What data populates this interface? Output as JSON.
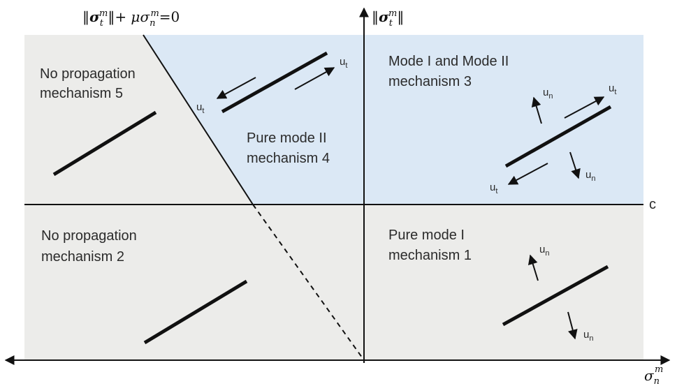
{
  "colors": {
    "blue_region": "#dbe8f5",
    "grey_region": "#ececea",
    "line": "#111111"
  },
  "criterion_label": {
    "norm_open": "‖",
    "sigma": "σ",
    "sub": "t",
    "sup": "m",
    "norm_close": "‖",
    "plus_mu": "+ μ",
    "sigma2": "σ",
    "sub2": "n",
    "sup2": "m",
    "equals": "=0"
  },
  "y_axis_label": {
    "norm_open": "‖",
    "sigma": "σ",
    "sub": "t",
    "sup": "m",
    "norm_close": "‖"
  },
  "x_axis_label": {
    "sigma": "σ",
    "sub": "n",
    "sup": "m"
  },
  "c_label": "c",
  "regions": {
    "m5": {
      "line1": "No propagation",
      "line2": "mechanism 5"
    },
    "m4": {
      "line1": "Pure mode II",
      "line2": "mechanism 4"
    },
    "m3": {
      "line1": "Mode I and Mode II",
      "line2": "mechanism 3"
    },
    "m2": {
      "line1": "No propagation",
      "line2": "mechanism 2"
    },
    "m1": {
      "line1": "Pure mode I",
      "line2": "mechanism 1"
    }
  },
  "vectors": {
    "ut_base": "u",
    "ut_sub": "t",
    "un_base": "u",
    "un_sub": "n"
  }
}
